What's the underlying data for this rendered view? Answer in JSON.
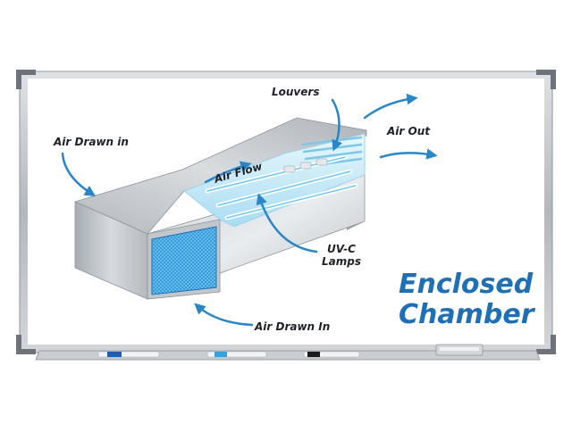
{
  "labels": {
    "louvers": "Louvers",
    "air_out": "Air Out",
    "air_drawn_in_top": "Air Drawn in",
    "air_flow": "Air Flow",
    "uvc_line1": "UV-C",
    "uvc_line2": "Lamps",
    "air_drawn_in_bottom": "Air Drawn In",
    "title_line1": "Enclosed",
    "title_line2": "Chamber"
  },
  "colors": {
    "arrow": "#2a86c6",
    "title": "#1f6fb5",
    "label": "#1e2228",
    "filter": "#3aa0dc",
    "uv_light": "#bfe9f8",
    "board_frame": "#b7bcc2"
  },
  "icons": [
    "marker-blue-icon",
    "marker-blue-icon",
    "marker-black-icon",
    "eraser-icon"
  ]
}
